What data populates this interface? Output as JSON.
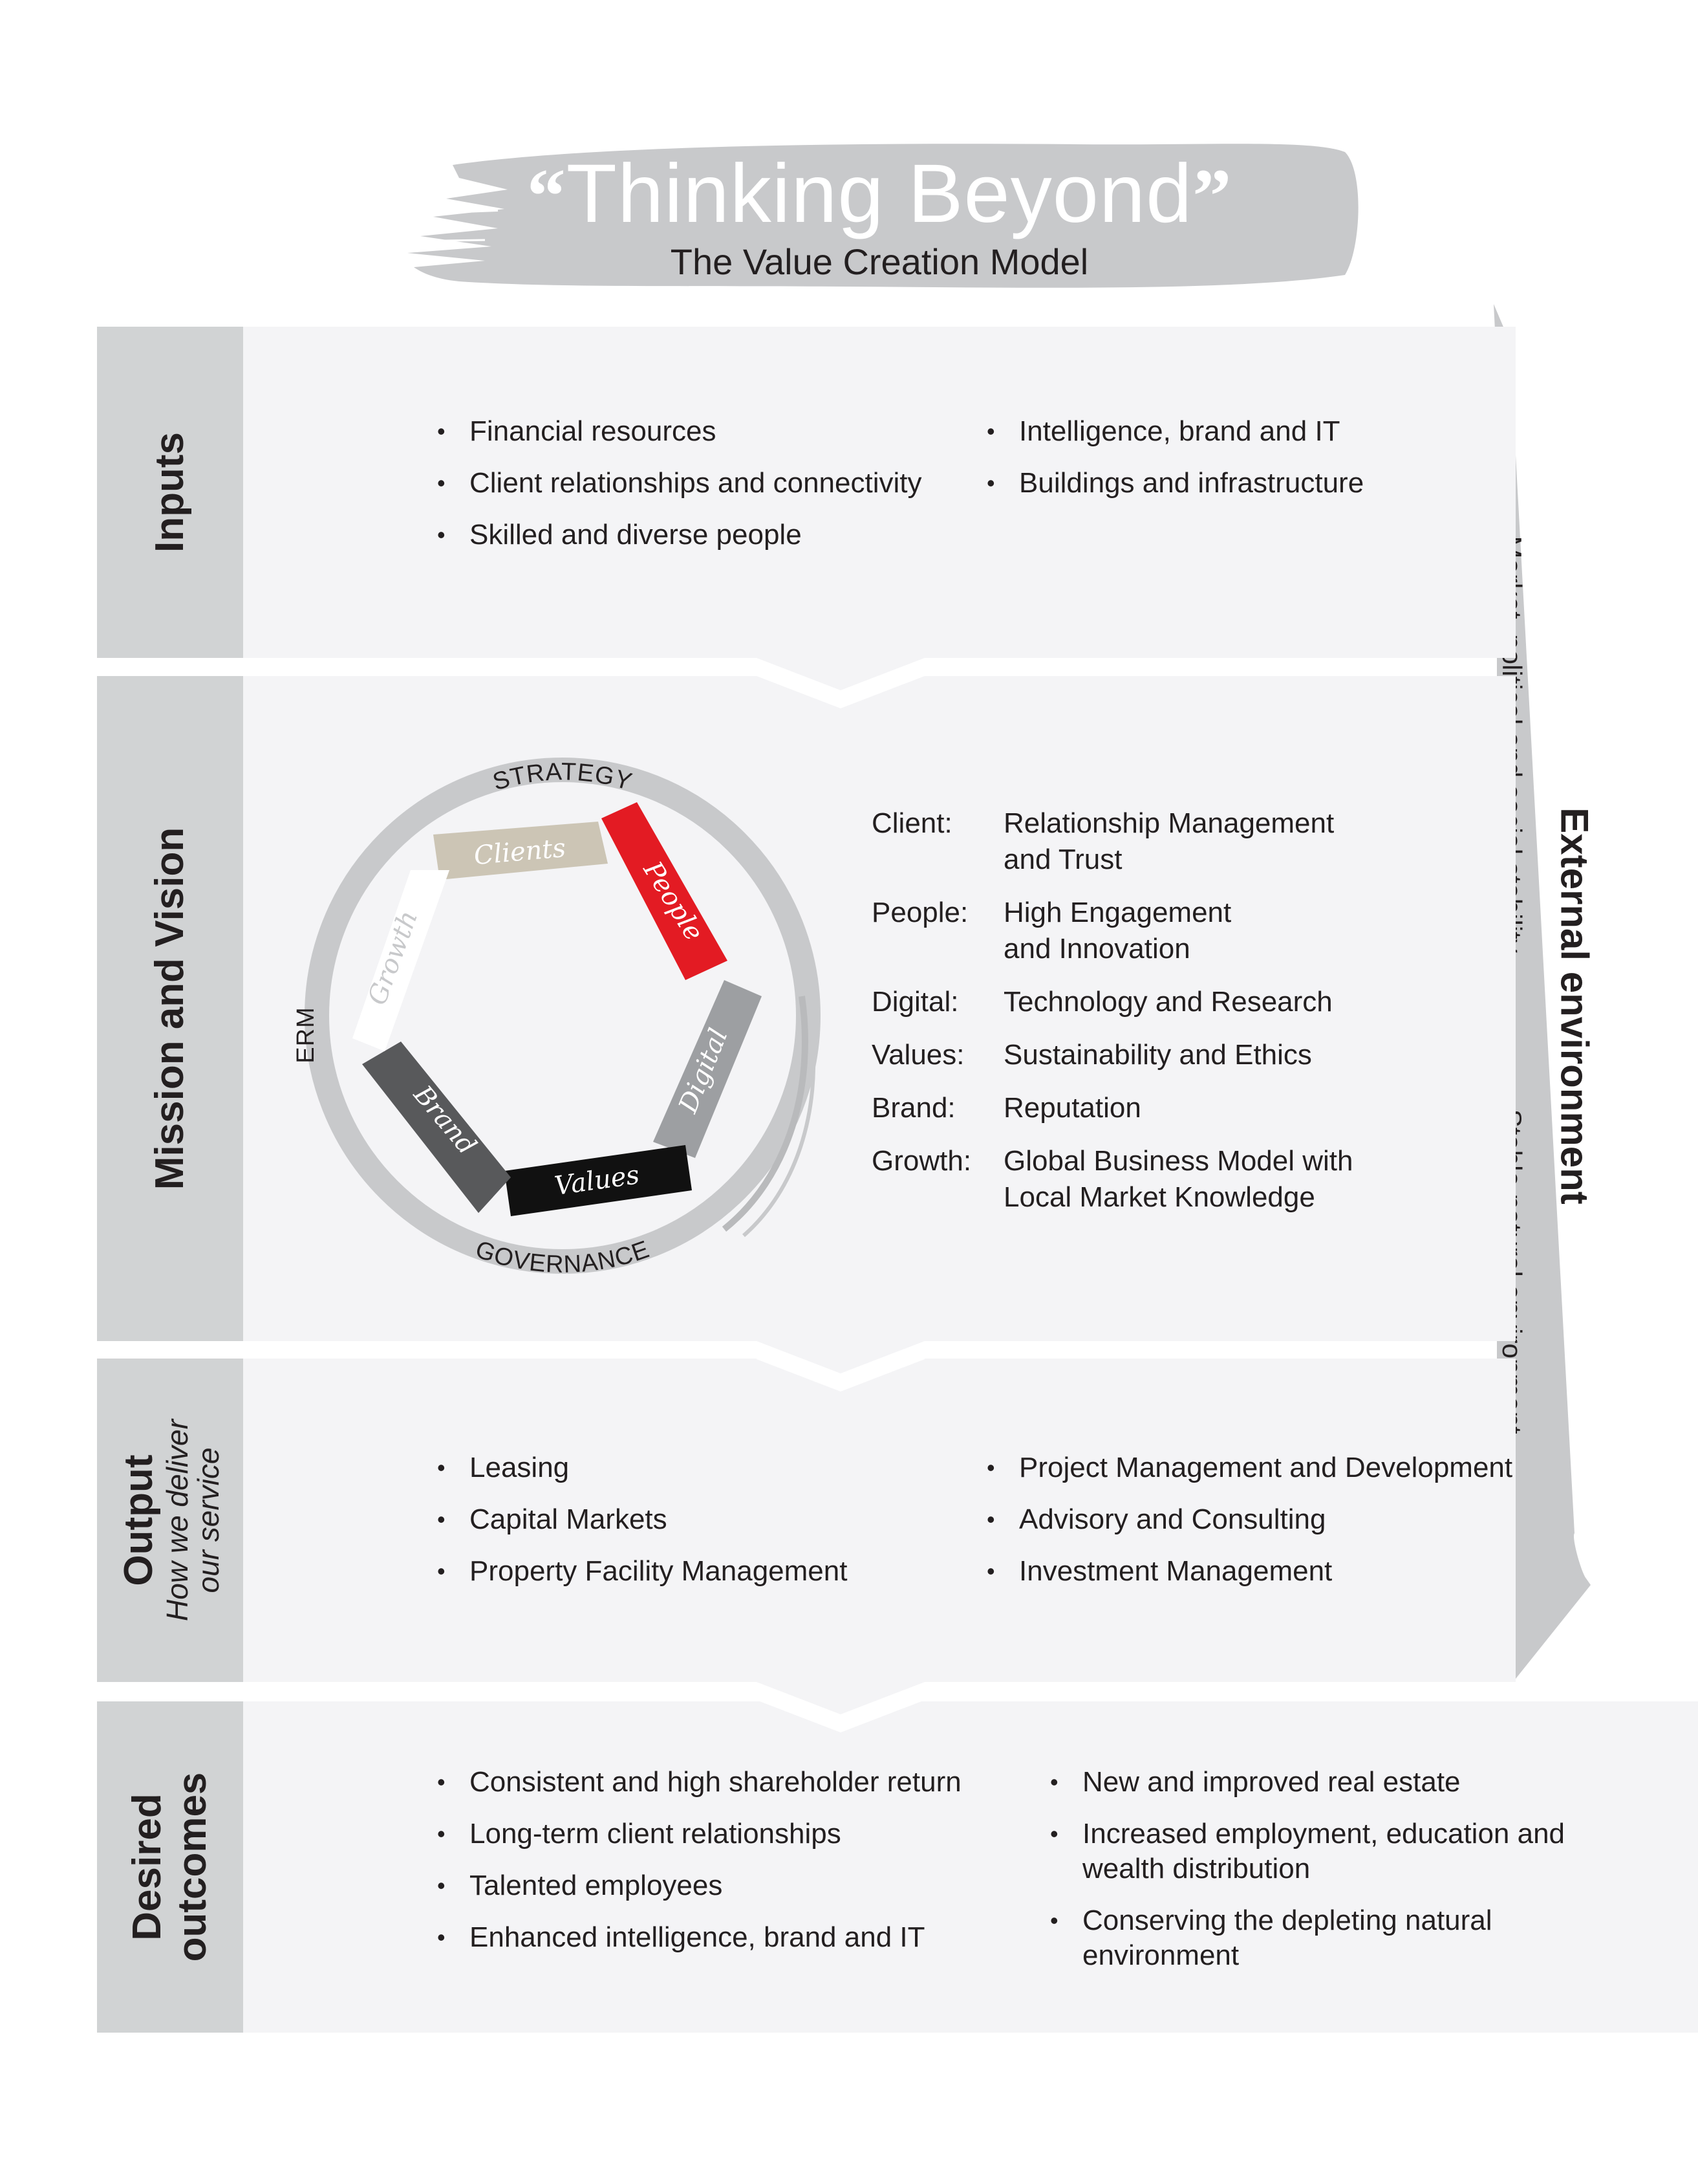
{
  "header": {
    "quote_open": "“",
    "title": "Thinking Beyond",
    "quote_close": "”",
    "subtitle": "The Value Creation Model"
  },
  "inputs": {
    "label": "Inputs",
    "left_items": [
      "Financial resources",
      "Client relationships and connectivity",
      "Skilled and diverse people"
    ],
    "right_items": [
      "Intelligence, brand and IT",
      "Buildings and infrastructure"
    ]
  },
  "mission": {
    "label": "Mission and Vision",
    "wheel": {
      "ring_top": "STRATEGY",
      "ring_left": "ERM",
      "ring_bottom": "GOVERNANCE",
      "segments": [
        "Clients",
        "People",
        "Digital",
        "Values",
        "Brand",
        "Growth"
      ]
    },
    "pillars": [
      {
        "key": "Client:",
        "line1": "Relationship Management",
        "line2": "and Trust"
      },
      {
        "key": "People:",
        "line1": "High Engagement",
        "line2": "and Innovation"
      },
      {
        "key": "Digital:",
        "line1": "Technology and Research",
        "line2": ""
      },
      {
        "key": "Values:",
        "line1": "Sustainability and Ethics",
        "line2": ""
      },
      {
        "key": "Brand:",
        "line1": "Reputation",
        "line2": ""
      },
      {
        "key": "Growth:",
        "line1": "Global Business Model with",
        "line2": "Local Market Knowledge"
      }
    ]
  },
  "output": {
    "label": "Output",
    "sublabel_1": "How we deliver",
    "sublabel_2": "our service",
    "left_items": [
      "Leasing",
      "Capital Markets",
      "Property Facility Management"
    ],
    "right_items": [
      "Project Management and Development",
      "Advisory and Consulting",
      "Investment Management"
    ]
  },
  "outcomes": {
    "label_1": "Desired",
    "label_2": "outcomes",
    "left_items": [
      "Consistent and high shareholder return",
      "Long-term client relationships",
      "Talented employees",
      "Enhanced intelligence, brand and IT"
    ],
    "right_items": [
      "New and improved real estate",
      "Increased employment, education and wealth distribution",
      "Conserving the depleting natural environment"
    ]
  },
  "external": {
    "title": "External environment",
    "items": [
      "Market, political and social stability",
      "Stable natural environment"
    ]
  },
  "colors": {
    "label_bg": "#d1d3d4",
    "body_bg": "#f4f4f6",
    "brush_grey": "#c8c9cb",
    "people_red": "#e31b23",
    "clients_beige": "#ccc5b5",
    "digital_grey": "#9d9fa2",
    "values_black": "#111111",
    "brand_dark": "#58595b",
    "growth_white": "#ffffff"
  }
}
